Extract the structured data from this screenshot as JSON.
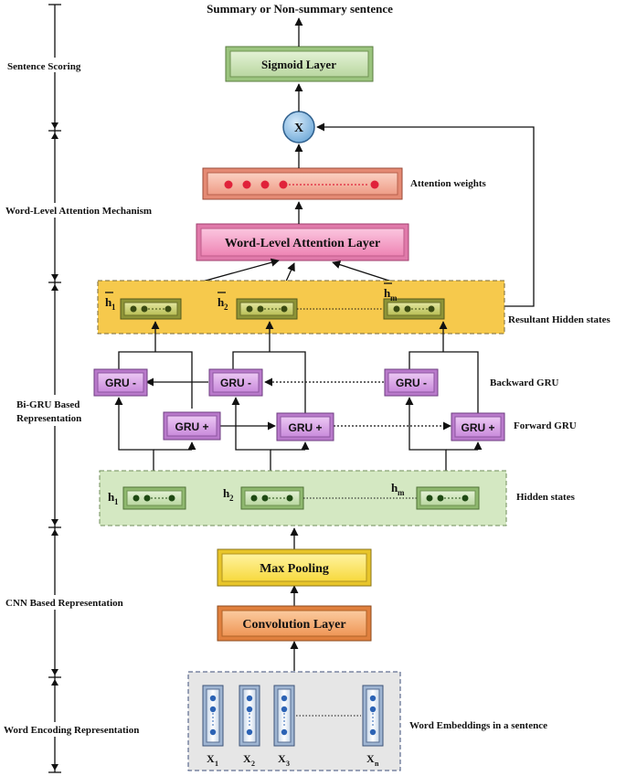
{
  "title": "Summary or Non-summary sentence",
  "stages": {
    "scoring": "Sentence Scoring",
    "attention": "Word-Level Attention Mechanism",
    "bigru_line1": "Bi-GRU Based",
    "bigru_line2": "Representation",
    "cnn": "CNN Based Representation",
    "encoding": "Word Encoding Representation"
  },
  "layers": {
    "sigmoid": "Sigmoid Layer",
    "multiply": "X",
    "attention_layer": "Word-Level Attention Layer",
    "max_pooling": "Max Pooling",
    "convolution": "Convolution Layer"
  },
  "labels": {
    "attention_weights": "Attention weights",
    "resultant_hidden": "Resultant Hidden states",
    "backward_gru": "Backward GRU",
    "forward_gru": "Forward GRU",
    "hidden_states": "Hidden states",
    "word_embeddings": "Word Embeddings in a sentence"
  },
  "gru": {
    "backward": "GRU -",
    "forward": "GRU +"
  },
  "hidden_symbols": {
    "h": "h",
    "sub1": "1",
    "sub2": "2",
    "subm": "m"
  },
  "embedding_symbols": {
    "x": "X",
    "sub1": "1",
    "sub2": "2",
    "sub3": "3",
    "subn": "n"
  },
  "colors": {
    "green": "#d4e8c2",
    "attention_weights": "#f4b8a6",
    "attention_layer": "#f5a3c8",
    "gold": "#f6c94c",
    "gru": "#d9a8e6",
    "max_pooling": "#ffe766",
    "convolution": "#f6b07b",
    "multiply": "#a9cfee"
  }
}
